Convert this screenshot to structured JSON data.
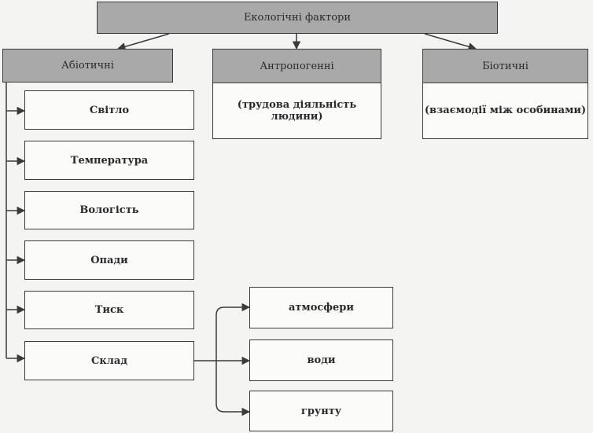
{
  "root": {
    "label": "Екологічні фактори"
  },
  "categories": [
    {
      "key": "abiotic",
      "label": "Абіотичні"
    },
    {
      "key": "anthropogenic",
      "label": "Антропогенні",
      "description": "(трудова діяльність людини)"
    },
    {
      "key": "biotic",
      "label": "Біотичні",
      "description": "(взаємодії між особинами)"
    }
  ],
  "abiotic_factors": [
    "Світло",
    "Температура",
    "Вологість",
    "Опади",
    "Тиск",
    "Склад"
  ],
  "composition": [
    "атмосфери",
    "води",
    "грунту"
  ],
  "colors": {
    "header_fill": "#a9a9a9",
    "box_fill": "#fbfbfa",
    "line": "#3a3a3a",
    "background": "#f4f4f2"
  }
}
